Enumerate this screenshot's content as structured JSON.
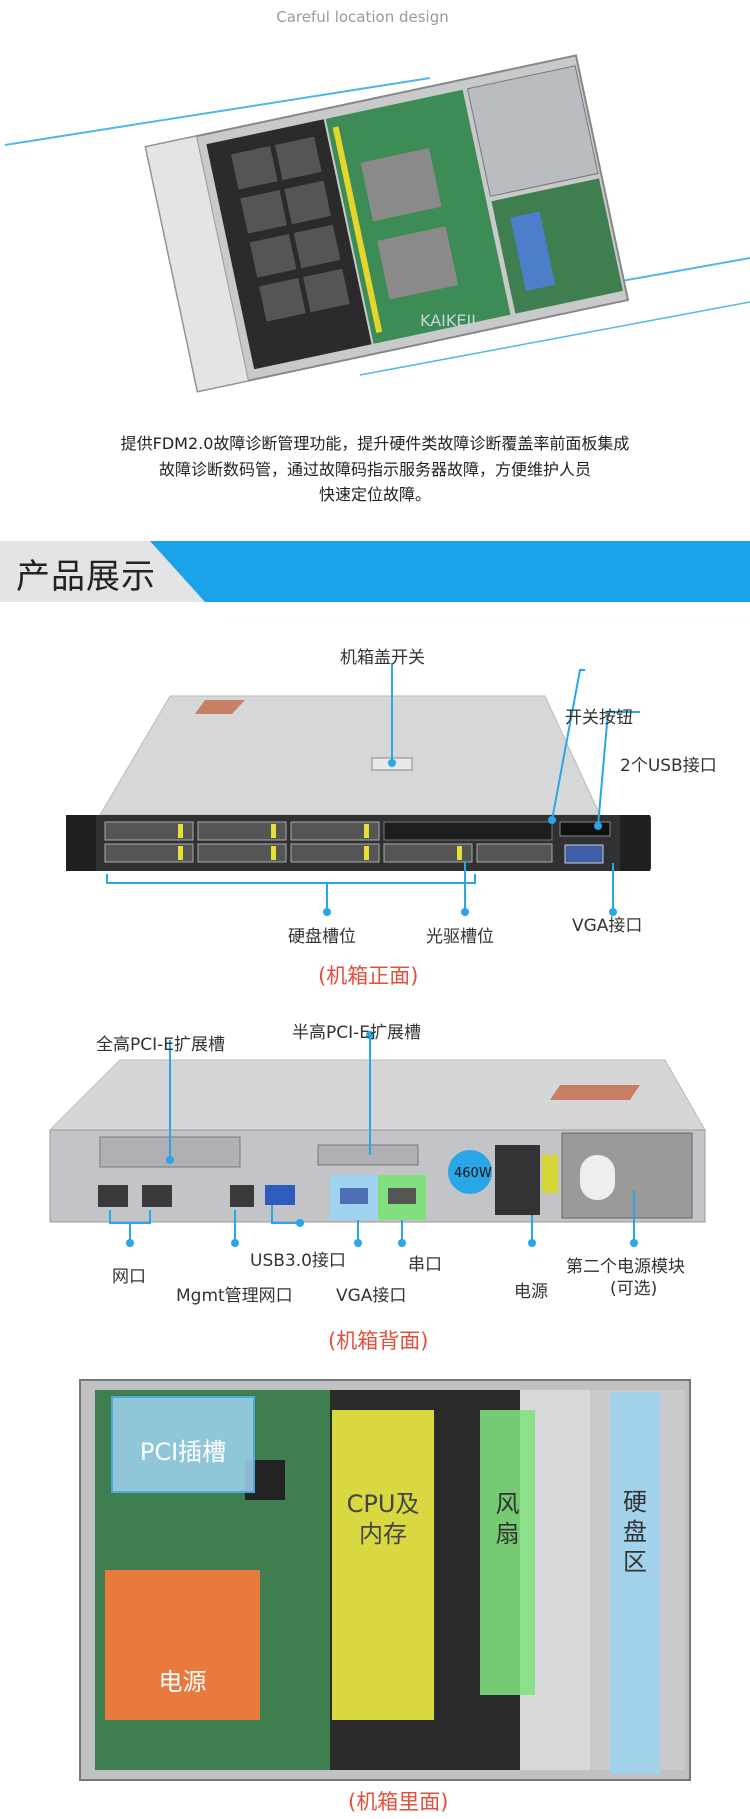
{
  "header": {
    "subtitle": "Careful location design"
  },
  "top_photo": {
    "watermark": "KAIKEJI"
  },
  "description": {
    "line1": "提供FDM2.0故障诊断管理功能，提升硬件类故障诊断覆盖率前面板集成",
    "line2": "故障诊断数码管，通过故障码指示服务器故障，方便维护人员",
    "line3": "快速定位故障。"
  },
  "section": {
    "title": "产品展示"
  },
  "front": {
    "caption": "(机箱正面)",
    "labels": {
      "cover_switch": "机箱盖开关",
      "power_button": "开关按钮",
      "usb_ports": "2个USB接口",
      "hdd_bays": "硬盘槽位",
      "optical_bay": "光驱槽位",
      "vga": "VGA接口"
    }
  },
  "back": {
    "caption": "(机箱背面)",
    "psu_rating": "460W",
    "labels": {
      "full_pcie": "全高PCI-E扩展槽",
      "half_pcie": "半高PCI-E扩展槽",
      "lan": "网口",
      "mgmt": "Mgmt管理网口",
      "usb3": "USB3.0接口",
      "vga": "VGA接口",
      "serial": "串口",
      "power": "电源",
      "psu2_line1": "第二个电源模块",
      "psu2_line2": "(可选)"
    }
  },
  "inside": {
    "caption": "(机箱里面)",
    "zones": {
      "pci": "PCI插槽",
      "cpu_line1": "CPU及",
      "cpu_line2": "内存",
      "fan_line1": "风",
      "fan_line2": "扇",
      "hdd_line1": "硬",
      "hdd_line2": "盘",
      "hdd_line3": "区",
      "psu": "电源"
    }
  },
  "colors": {
    "banner_blue": "#1aa3e8",
    "banner_gray": "#e3e4e6",
    "callout_line": "#29a6e6",
    "caption_red": "#e0513c",
    "zone_blue": "#9fd3f0",
    "zone_yellow": "#f1f043",
    "zone_green": "#7fe07d",
    "zone_orange": "#f07a3b"
  }
}
